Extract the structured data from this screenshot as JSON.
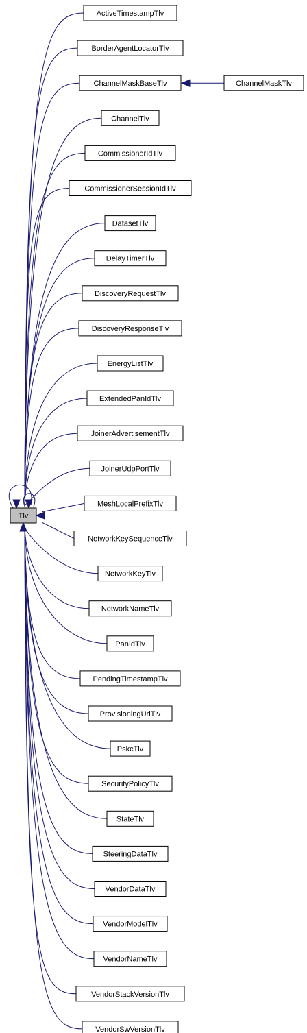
{
  "root": {
    "label": "Tlv"
  },
  "nodes": [
    {
      "id": "active-timestamp-tlv",
      "label": "ActiveTimestampTlv"
    },
    {
      "id": "border-agent-locator-tlv",
      "label": "BorderAgentLocatorTlv"
    },
    {
      "id": "channel-mask-base-tlv",
      "label": "ChannelMaskBaseTlv"
    },
    {
      "id": "channel-tlv",
      "label": "ChannelTlv"
    },
    {
      "id": "commissioner-id-tlv",
      "label": "CommissionerIdTlv"
    },
    {
      "id": "commissioner-session-id-tlv",
      "label": "CommissionerSessionIdTlv"
    },
    {
      "id": "dataset-tlv",
      "label": "DatasetTlv"
    },
    {
      "id": "delay-timer-tlv",
      "label": "DelayTimerTlv"
    },
    {
      "id": "discovery-request-tlv",
      "label": "DiscoveryRequestTlv"
    },
    {
      "id": "discovery-response-tlv",
      "label": "DiscoveryResponseTlv"
    },
    {
      "id": "energy-list-tlv",
      "label": "EnergyListTlv"
    },
    {
      "id": "extended-pan-id-tlv",
      "label": "ExtendedPanIdTlv"
    },
    {
      "id": "joiner-advertisement-tlv",
      "label": "JoinerAdvertisementTlv"
    },
    {
      "id": "joiner-udp-port-tlv",
      "label": "JoinerUdpPortTlv"
    },
    {
      "id": "mesh-local-prefix-tlv",
      "label": "MeshLocalPrefixTlv"
    },
    {
      "id": "network-key-sequence-tlv",
      "label": "NetworkKeySequenceTlv"
    },
    {
      "id": "network-key-tlv",
      "label": "NetworkKeyTlv"
    },
    {
      "id": "network-name-tlv",
      "label": "NetworkNameTlv"
    },
    {
      "id": "pan-id-tlv",
      "label": "PanIdTlv"
    },
    {
      "id": "pending-timestamp-tlv",
      "label": "PendingTimestampTlv"
    },
    {
      "id": "provisioning-url-tlv",
      "label": "ProvisioningUrlTlv"
    },
    {
      "id": "pskc-tlv",
      "label": "PskcTlv"
    },
    {
      "id": "security-policy-tlv",
      "label": "SecurityPolicyTlv"
    },
    {
      "id": "state-tlv",
      "label": "StateTlv"
    },
    {
      "id": "steering-data-tlv",
      "label": "SteeringDataTlv"
    },
    {
      "id": "vendor-data-tlv",
      "label": "VendorDataTlv"
    },
    {
      "id": "vendor-model-tlv",
      "label": "VendorModelTlv"
    },
    {
      "id": "vendor-name-tlv",
      "label": "VendorNameTlv"
    },
    {
      "id": "vendor-stack-version-tlv",
      "label": "VendorStackVersionTlv"
    },
    {
      "id": "vendor-sw-version-tlv",
      "label": "VendorSwVersionTlv"
    }
  ],
  "extra_nodes": [
    {
      "id": "channel-mask-tlv",
      "label": "ChannelMaskTlv",
      "parent": "channel-mask-base-tlv"
    }
  ],
  "colors": {
    "edge": "#191970",
    "root_fill": "#bfbfbf",
    "node_fill": "#ffffff",
    "border": "#000000"
  }
}
